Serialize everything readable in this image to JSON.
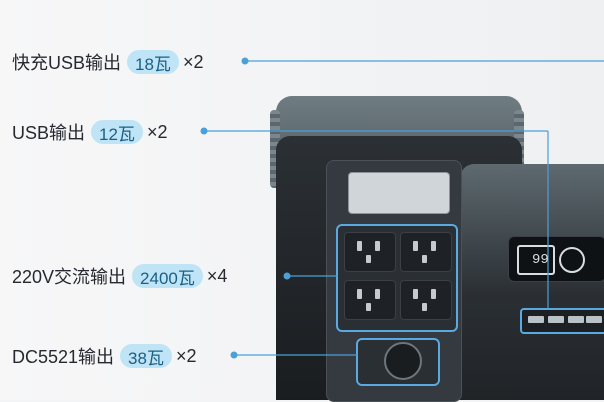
{
  "callouts": [
    {
      "label": "快充USB输出",
      "badge": "18瓦",
      "times": "×2"
    },
    {
      "label": "USB输出",
      "badge": "12瓦",
      "times": "×2"
    },
    {
      "label": "220V交流输出",
      "badge": "2400瓦",
      "times": "×4"
    },
    {
      "label": "DC5521输出",
      "badge": "38瓦",
      "times": "×2"
    }
  ],
  "colors": {
    "accent": "#4aa0d8",
    "badge_bg": "#bfe4f6",
    "badge_text": "#1b5f86",
    "device_dark": "#1a1d20"
  },
  "screen_digits": "99"
}
